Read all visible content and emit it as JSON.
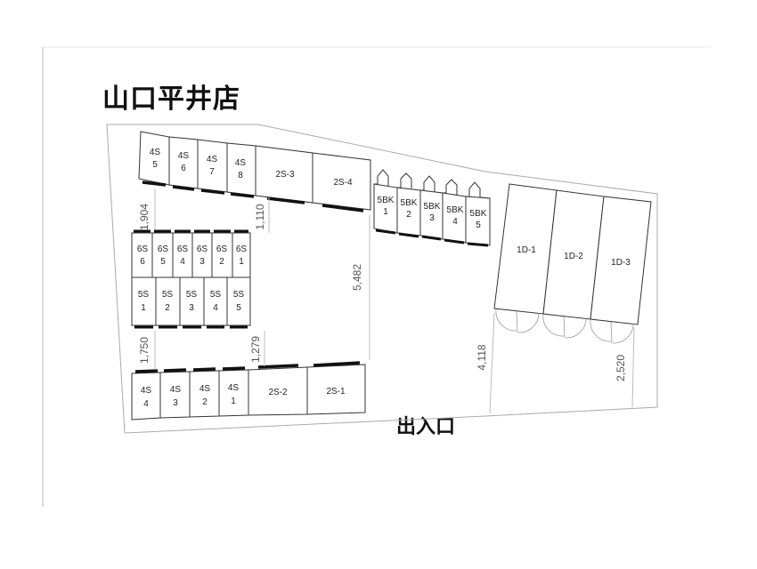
{
  "title": "山口平井店",
  "entrance_label": "出入口",
  "units": {
    "row4s_top": [
      {
        "line1": "4S",
        "line2": "5"
      },
      {
        "line1": "4S",
        "line2": "6"
      },
      {
        "line1": "4S",
        "line2": "7"
      },
      {
        "line1": "4S",
        "line2": "8"
      }
    ],
    "row2s_top": [
      "2S-3",
      "2S-4"
    ],
    "row5bk": [
      {
        "line1": "5BK",
        "line2": "1"
      },
      {
        "line1": "5BK",
        "line2": "2"
      },
      {
        "line1": "5BK",
        "line2": "3"
      },
      {
        "line1": "5BK",
        "line2": "4"
      },
      {
        "line1": "5BK",
        "line2": "5"
      }
    ],
    "row1d": [
      "1D-1",
      "1D-2",
      "1D-3"
    ],
    "row6s": [
      {
        "line1": "6S",
        "line2": "6"
      },
      {
        "line1": "6S",
        "line2": "5"
      },
      {
        "line1": "6S",
        "line2": "4"
      },
      {
        "line1": "6S",
        "line2": "3"
      },
      {
        "line1": "6S",
        "line2": "2"
      },
      {
        "line1": "6S",
        "line2": "1"
      }
    ],
    "row5s": [
      {
        "line1": "5S",
        "line2": "1"
      },
      {
        "line1": "5S",
        "line2": "2"
      },
      {
        "line1": "5S",
        "line2": "3"
      },
      {
        "line1": "5S",
        "line2": "4"
      },
      {
        "line1": "5S",
        "line2": "5"
      }
    ],
    "row4s_bottom": [
      {
        "line1": "4S",
        "line2": "4"
      },
      {
        "line1": "4S",
        "line2": "3"
      },
      {
        "line1": "4S",
        "line2": "2"
      },
      {
        "line1": "4S",
        "line2": "1"
      }
    ],
    "row2s_bottom": [
      "2S-2",
      "2S-1"
    ]
  },
  "dimensions": {
    "d1904": "1,904",
    "d1110": "1,110",
    "d5482": "5,482",
    "d1750": "1,750",
    "d1279": "1,279",
    "d4118": "4,118",
    "d2520": "2,520"
  }
}
